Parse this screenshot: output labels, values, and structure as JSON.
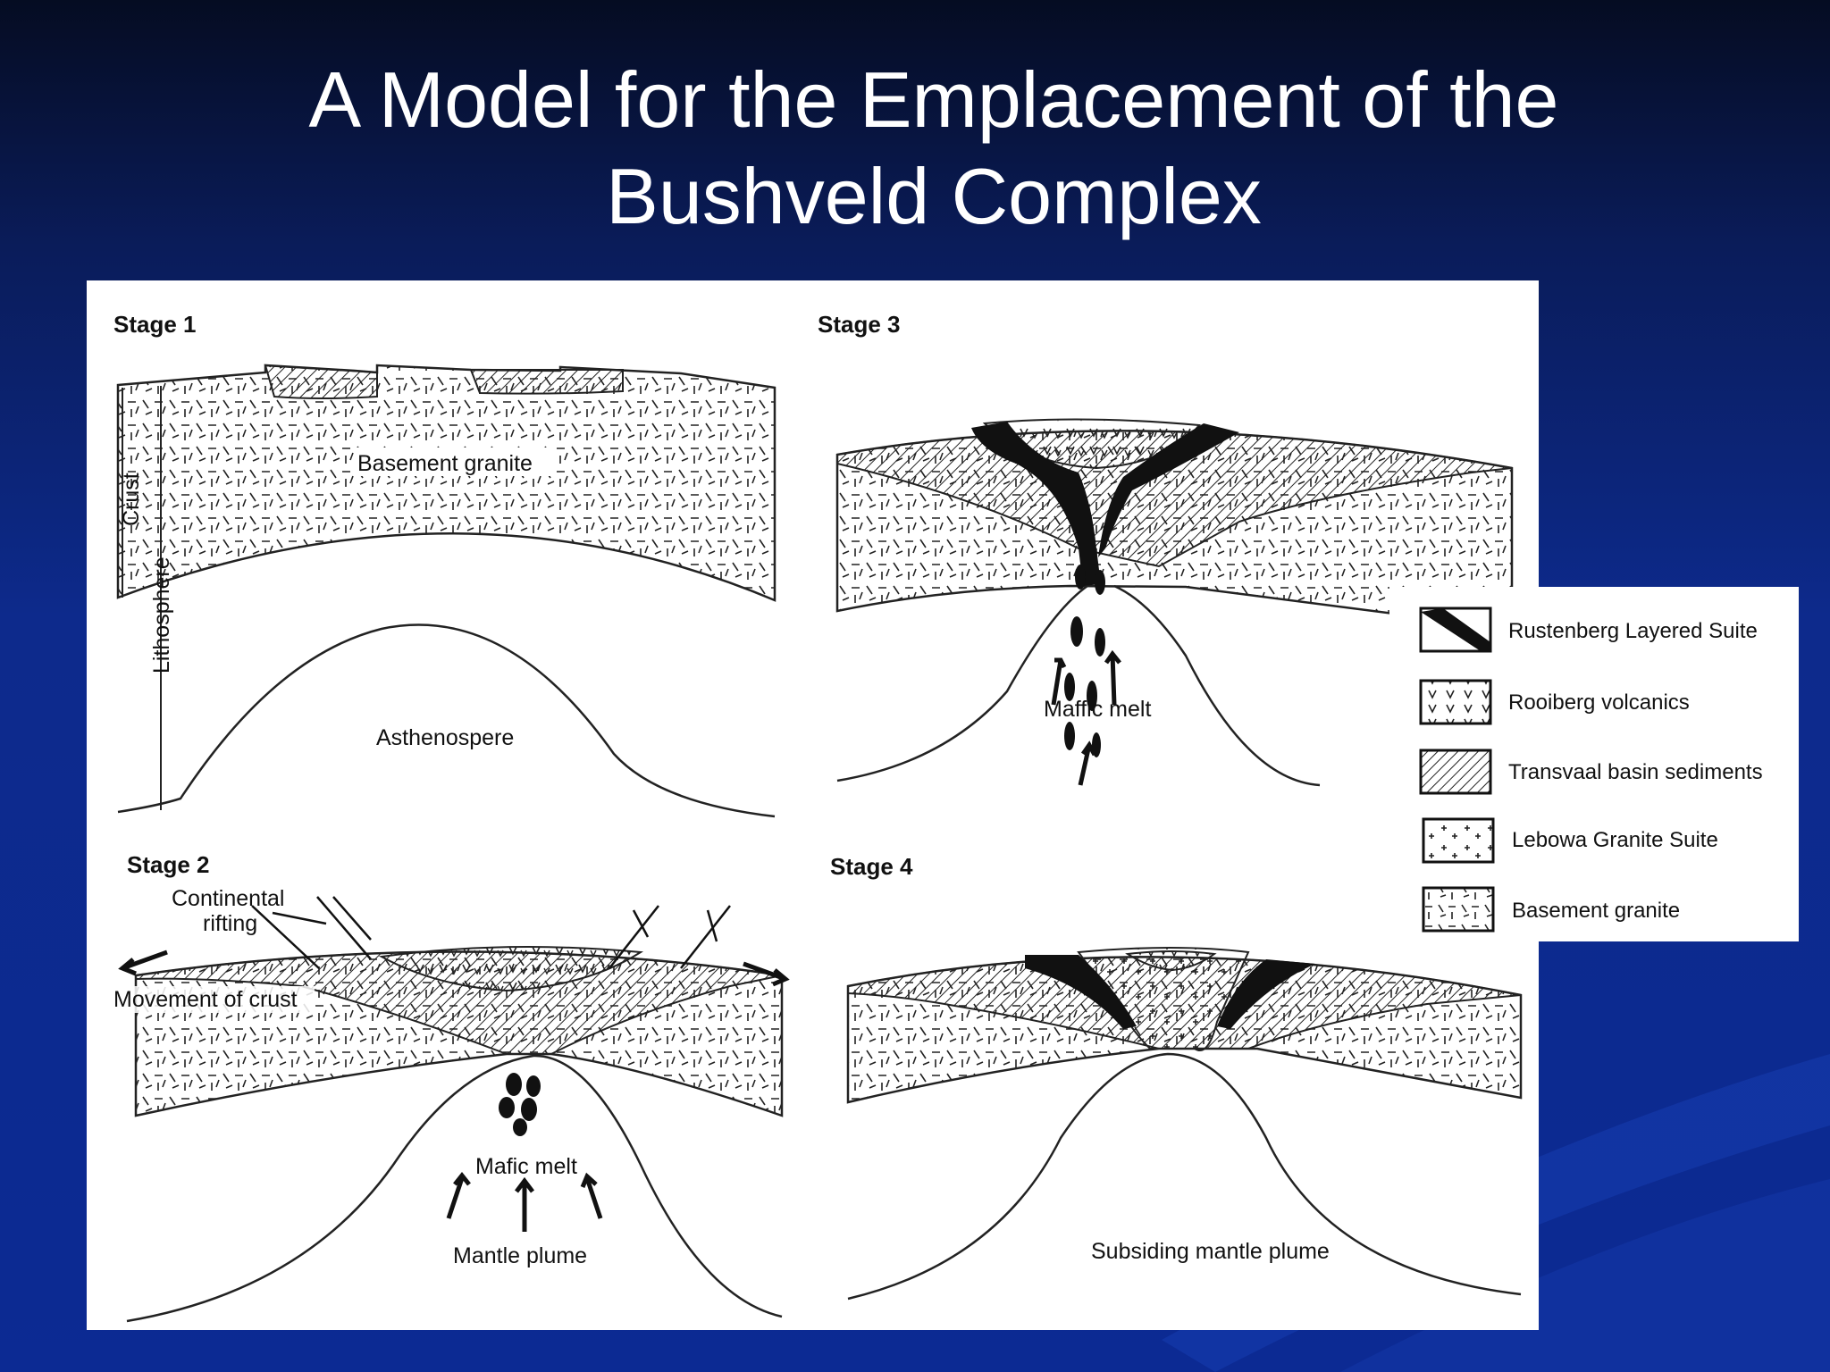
{
  "slide": {
    "title_line1": "A Model for the Emplacement of the",
    "title_line2": "Bushveld Complex"
  },
  "stages": {
    "stage1": "Stage 1",
    "stage2": "Stage 2",
    "stage3": "Stage 3",
    "stage4": "Stage 4"
  },
  "labels": {
    "basement_granite": "Basement granite",
    "crust": "Crust",
    "lithosphere": "Lithosphere",
    "asthenosphere": "Asthenospere",
    "continental_line1": "Continental",
    "continental_line2": "rifting",
    "movement_of_crust": "Movement of crust",
    "mafic_melt_stage2": "Mafic melt",
    "mantle_plume": "Mantle plume",
    "maffic_melt_stage3": "Maffic melt",
    "subsiding_mantle_plume": "Subsiding mantle plume"
  },
  "legend": {
    "items": [
      {
        "label": "Rustenberg Layered Suite",
        "icon": "solid-black-band-icon"
      },
      {
        "label": "Rooiberg volcanics",
        "icon": "v-pattern-icon"
      },
      {
        "label": "Transvaal basin sediments",
        "icon": "diagonal-hatch-icon"
      },
      {
        "label": "Lebowa Granite Suite",
        "icon": "cross-pattern-icon"
      },
      {
        "label": "Basement granite",
        "icon": "dash-pattern-icon"
      }
    ]
  }
}
